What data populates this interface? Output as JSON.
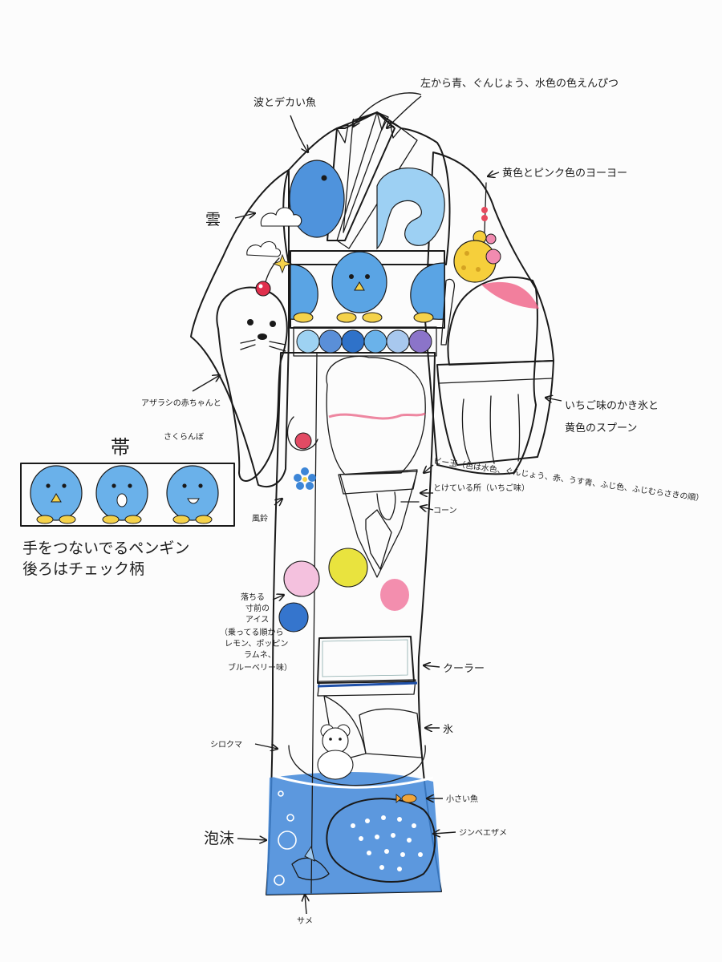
{
  "colors": {
    "deep_blue": "#3f86d8",
    "mid_blue": "#7fb8ec",
    "light_blue": "#bfe0f6",
    "pale_blue": "#e3f3fb",
    "pink": "#f27fa2",
    "yellow": "#f5d24a",
    "orange_yellow": "#f0b62f",
    "white": "#ffffff"
  },
  "labels": {
    "wave_fish": "波とデカい魚",
    "collar_pencils": "左から青、ぐんじょう、水色の色えんぴつ",
    "yoyo": "黄色とピンク色のヨーヨー",
    "cloud": "雲",
    "seal_line1": "アザラシの赤ちゃんと",
    "seal_line2": "さくらんぼ",
    "shaved_ice_line1": "いちご味のかき氷と",
    "shaved_ice_line2": "黄色のスプーン",
    "marbles": "ビー玉（色は水色、ぐんじょう、赤、うす青、ふじ色、ふじむらさきの順）",
    "melting_ice": "とけている所（いちご味）",
    "cone": "コーン",
    "wind_chime": "風鈴",
    "falling_ice_1": "落ちる",
    "falling_ice_2": "寸前の",
    "falling_ice_3": "アイス",
    "falling_ice_4": "（乗ってる順から",
    "falling_ice_5": "レモン、ポッピン",
    "falling_ice_6": "ラムネ、",
    "falling_ice_7": "ブルーベリー味）",
    "cooler": "クーラー",
    "ice": "氷",
    "polar_bear": "シロクマ",
    "small_fish": "小さい魚",
    "whale_shark": "ジンベエザメ",
    "bubbles": "泡沫",
    "shark": "サメ",
    "obi_title": "帯",
    "obi_caption_line1": "手をつないでるペンギン",
    "obi_caption_line2": "後ろはチェック柄"
  }
}
